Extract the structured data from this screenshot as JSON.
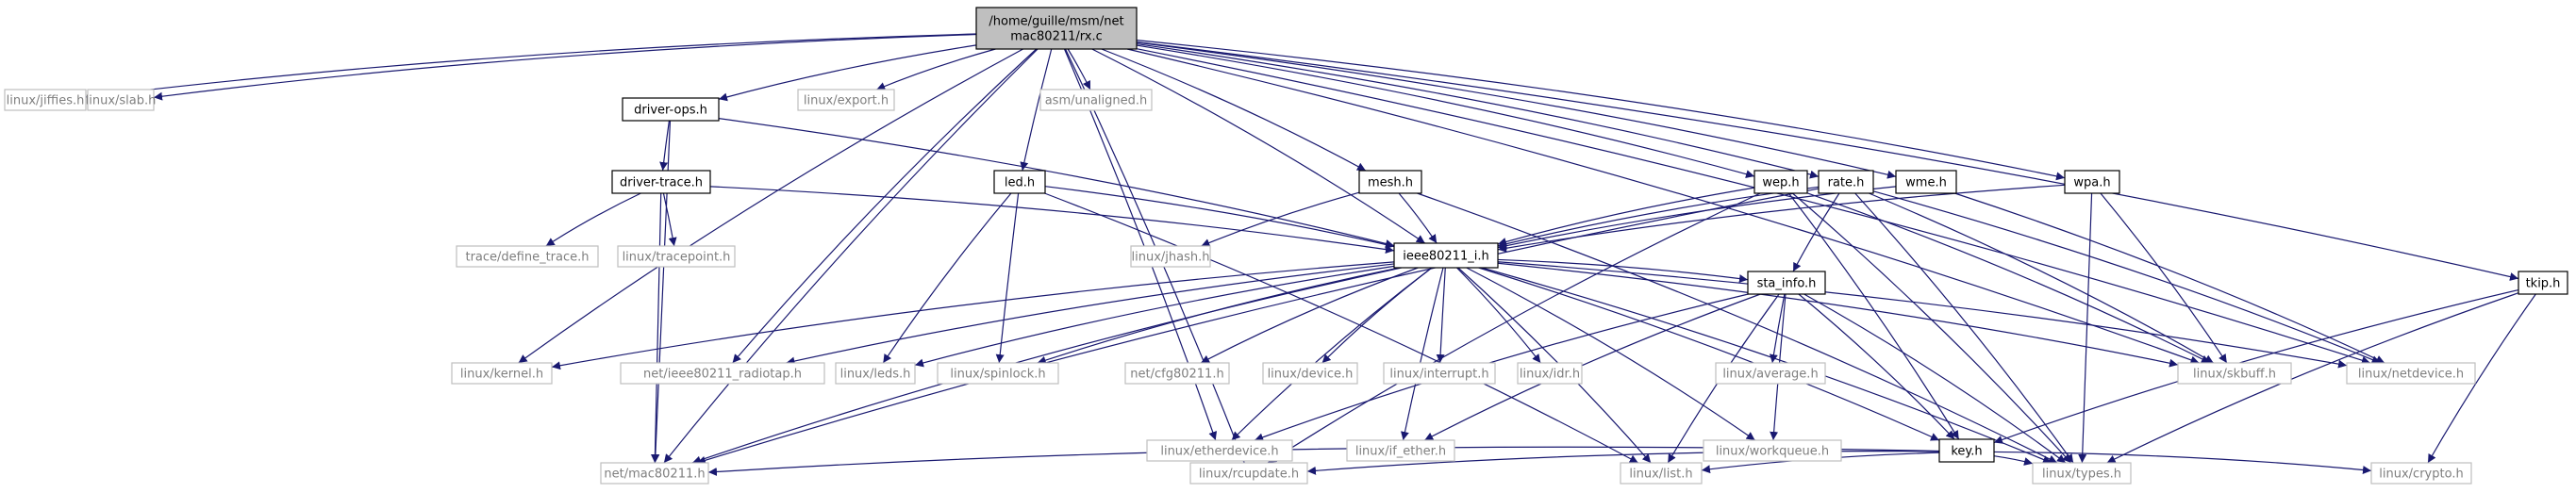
{
  "graph": {
    "edge_color": "#191970",
    "root_fill": "#bfbfbf",
    "nodes": {
      "root": {
        "label": [
          "/home/guille/msm/net",
          "mac80211/rx.c"
        ],
        "style": "root"
      },
      "jiffies": {
        "label": [
          "linux/jiffies.h"
        ],
        "style": "grey"
      },
      "slab": {
        "label": [
          "linux/slab.h"
        ],
        "style": "grey"
      },
      "driverops": {
        "label": [
          "driver-ops.h"
        ],
        "style": "norm"
      },
      "export": {
        "label": [
          "linux/export.h"
        ],
        "style": "grey"
      },
      "unaligned": {
        "label": [
          "asm/unaligned.h"
        ],
        "style": "grey"
      },
      "led": {
        "label": [
          "led.h"
        ],
        "style": "norm"
      },
      "mesh": {
        "label": [
          "mesh.h"
        ],
        "style": "norm"
      },
      "wep": {
        "label": [
          "wep.h"
        ],
        "style": "norm"
      },
      "rate": {
        "label": [
          "rate.h"
        ],
        "style": "norm"
      },
      "wme": {
        "label": [
          "wme.h"
        ],
        "style": "norm"
      },
      "wpa": {
        "label": [
          "wpa.h"
        ],
        "style": "norm"
      },
      "tkip": {
        "label": [
          "tkip.h"
        ],
        "style": "norm"
      },
      "drivertrace": {
        "label": [
          "driver-trace.h"
        ],
        "style": "norm"
      },
      "definetrace": {
        "label": [
          "trace/define_trace.h"
        ],
        "style": "grey"
      },
      "tracepoint": {
        "label": [
          "linux/tracepoint.h"
        ],
        "style": "grey"
      },
      "jhash": {
        "label": [
          "linux/jhash.h"
        ],
        "style": "grey"
      },
      "ieee80211i": {
        "label": [
          "ieee80211_i.h"
        ],
        "style": "norm"
      },
      "kernel": {
        "label": [
          "linux/kernel.h"
        ],
        "style": "grey"
      },
      "radiotap": {
        "label": [
          "net/ieee80211_radiotap.h"
        ],
        "style": "grey"
      },
      "leds": {
        "label": [
          "linux/leds.h"
        ],
        "style": "grey"
      },
      "spinlock": {
        "label": [
          "linux/spinlock.h"
        ],
        "style": "grey"
      },
      "cfg80211": {
        "label": [
          "net/cfg80211.h"
        ],
        "style": "grey"
      },
      "device": {
        "label": [
          "linux/device.h"
        ],
        "style": "grey"
      },
      "interrupt": {
        "label": [
          "linux/interrupt.h"
        ],
        "style": "grey"
      },
      "idr": {
        "label": [
          "linux/idr.h"
        ],
        "style": "grey"
      },
      "stainfo": {
        "label": [
          "sta_info.h"
        ],
        "style": "norm"
      },
      "skbuff": {
        "label": [
          "linux/skbuff.h"
        ],
        "style": "grey"
      },
      "netdevice": {
        "label": [
          "linux/netdevice.h"
        ],
        "style": "grey"
      },
      "etherdevice": {
        "label": [
          "linux/etherdevice.h"
        ],
        "style": "grey"
      },
      "ifether": {
        "label": [
          "linux/if_ether.h"
        ],
        "style": "grey"
      },
      "workqueue": {
        "label": [
          "linux/workqueue.h"
        ],
        "style": "grey"
      },
      "average": {
        "label": [
          "linux/average.h"
        ],
        "style": "grey"
      },
      "key": {
        "label": [
          "key.h"
        ],
        "style": "norm"
      },
      "mac80211": {
        "label": [
          "net/mac80211.h"
        ],
        "style": "grey"
      },
      "rcupdate": {
        "label": [
          "linux/rcupdate.h"
        ],
        "style": "grey"
      },
      "list": {
        "label": [
          "linux/list.h"
        ],
        "style": "grey"
      },
      "types": {
        "label": [
          "linux/types.h"
        ],
        "style": "grey"
      },
      "crypto": {
        "label": [
          "linux/crypto.h"
        ],
        "style": "grey"
      }
    },
    "edges": [
      [
        "root",
        "jiffies"
      ],
      [
        "root",
        "slab"
      ],
      [
        "root",
        "driverops"
      ],
      [
        "root",
        "export"
      ],
      [
        "root",
        "unaligned"
      ],
      [
        "root",
        "led"
      ],
      [
        "root",
        "mesh"
      ],
      [
        "root",
        "wep"
      ],
      [
        "root",
        "rate"
      ],
      [
        "root",
        "wme"
      ],
      [
        "root",
        "wpa"
      ],
      [
        "root",
        "tkip"
      ],
      [
        "root",
        "ieee80211i"
      ],
      [
        "root",
        "mac80211"
      ],
      [
        "root",
        "kernel"
      ],
      [
        "root",
        "radiotap"
      ],
      [
        "root",
        "rcupdate"
      ],
      [
        "root",
        "etherdevice"
      ],
      [
        "root",
        "skbuff"
      ],
      [
        "root",
        "netdevice"
      ],
      [
        "driverops",
        "drivertrace"
      ],
      [
        "driverops",
        "ieee80211i"
      ],
      [
        "driverops",
        "mac80211"
      ],
      [
        "drivertrace",
        "definetrace"
      ],
      [
        "drivertrace",
        "tracepoint"
      ],
      [
        "drivertrace",
        "ieee80211i"
      ],
      [
        "drivertrace",
        "mac80211"
      ],
      [
        "led",
        "ieee80211i"
      ],
      [
        "led",
        "leds"
      ],
      [
        "led",
        "spinlock"
      ],
      [
        "led",
        "list"
      ],
      [
        "mesh",
        "jhash"
      ],
      [
        "mesh",
        "ieee80211i"
      ],
      [
        "mesh",
        "types"
      ],
      [
        "wep",
        "ieee80211i"
      ],
      [
        "wep",
        "skbuff"
      ],
      [
        "wep",
        "key"
      ],
      [
        "wep",
        "types"
      ],
      [
        "wep",
        "rcupdate"
      ],
      [
        "rate",
        "ieee80211i"
      ],
      [
        "rate",
        "stainfo"
      ],
      [
        "rate",
        "skbuff"
      ],
      [
        "rate",
        "netdevice"
      ],
      [
        "rate",
        "types"
      ],
      [
        "rate",
        "mac80211"
      ],
      [
        "wme",
        "ieee80211i"
      ],
      [
        "wme",
        "netdevice"
      ],
      [
        "wpa",
        "ieee80211i"
      ],
      [
        "wpa",
        "skbuff"
      ],
      [
        "wpa",
        "types"
      ],
      [
        "tkip",
        "key"
      ],
      [
        "tkip",
        "types"
      ],
      [
        "tkip",
        "crypto"
      ],
      [
        "ieee80211i",
        "kernel"
      ],
      [
        "ieee80211i",
        "radiotap"
      ],
      [
        "ieee80211i",
        "leds"
      ],
      [
        "ieee80211i",
        "spinlock"
      ],
      [
        "ieee80211i",
        "cfg80211"
      ],
      [
        "ieee80211i",
        "device"
      ],
      [
        "ieee80211i",
        "interrupt"
      ],
      [
        "ieee80211i",
        "idr"
      ],
      [
        "ieee80211i",
        "stainfo"
      ],
      [
        "ieee80211i",
        "skbuff"
      ],
      [
        "ieee80211i",
        "netdevice"
      ],
      [
        "ieee80211i",
        "etherdevice"
      ],
      [
        "ieee80211i",
        "ifether"
      ],
      [
        "ieee80211i",
        "workqueue"
      ],
      [
        "ieee80211i",
        "key"
      ],
      [
        "ieee80211i",
        "types"
      ],
      [
        "ieee80211i",
        "list"
      ],
      [
        "ieee80211i",
        "mac80211"
      ],
      [
        "stainfo",
        "etherdevice"
      ],
      [
        "stainfo",
        "ifether"
      ],
      [
        "stainfo",
        "workqueue"
      ],
      [
        "stainfo",
        "average"
      ],
      [
        "stainfo",
        "key"
      ],
      [
        "stainfo",
        "list"
      ],
      [
        "stainfo",
        "types"
      ],
      [
        "key",
        "mac80211"
      ],
      [
        "key",
        "rcupdate"
      ],
      [
        "key",
        "list"
      ],
      [
        "key",
        "types"
      ],
      [
        "key",
        "crypto"
      ]
    ]
  }
}
